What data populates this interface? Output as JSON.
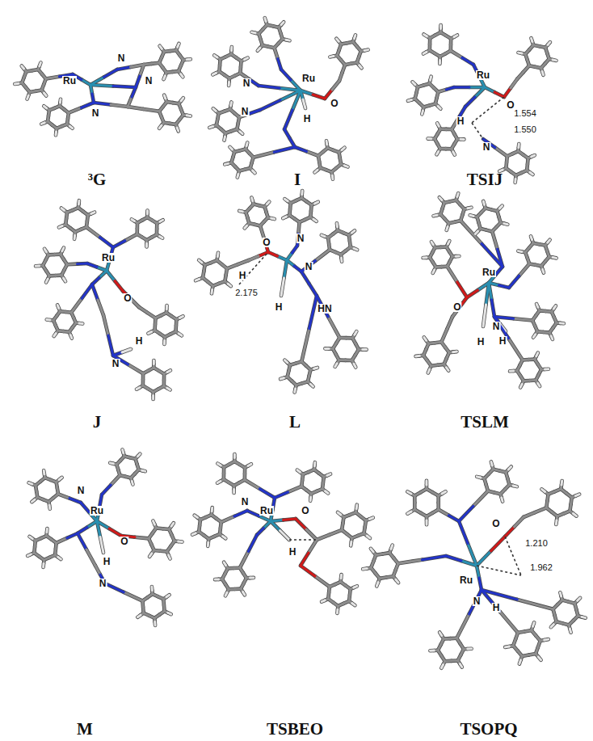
{
  "diagram": {
    "labels": [
      "N",
      "Ru",
      "N",
      "N",
      "³G",
      "N",
      "Ru",
      "N",
      "O",
      "H",
      "I",
      "Ru",
      "O",
      "H",
      "1.554",
      "1.550",
      "N",
      "TSIJ",
      "Ru",
      "O",
      "H",
      "N",
      "J",
      "O",
      "N",
      "N",
      "H",
      "2.175",
      "H",
      "HN",
      "L",
      "Ru",
      "O",
      "N",
      "H",
      "H",
      "TSLM",
      "N",
      "Ru",
      "O",
      "H",
      "N",
      "M",
      "N",
      "Ru",
      "O",
      "H",
      "TSBEO",
      "O",
      "1.210",
      "1.962",
      "Ru",
      "N",
      "H",
      "TSOPQ"
    ]
  }
}
